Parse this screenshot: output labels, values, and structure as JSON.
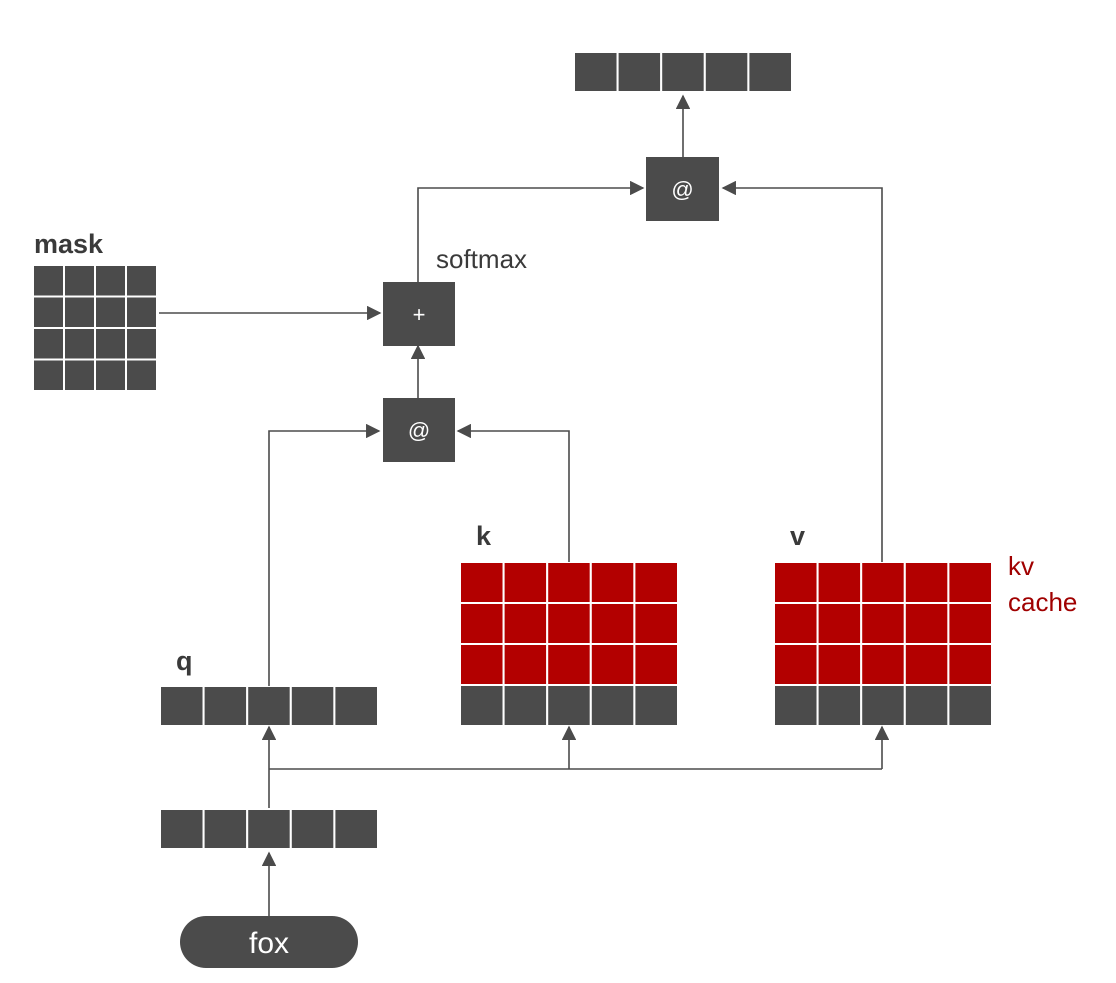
{
  "labels": {
    "mask": "mask",
    "softmax": "softmax",
    "q": "q",
    "k": "k",
    "v": "v",
    "kv_line1": "kv",
    "kv_line2": "cache"
  },
  "ops": {
    "add": "+",
    "matmul_scores": "@",
    "matmul_output": "@"
  },
  "token": "fox",
  "colors": {
    "dark_cell": "#4b4b4b",
    "cache_cell": "#b30000",
    "cache_text": "#a00000",
    "arrow": "#4b4b4b",
    "label": "#3a3a3a"
  },
  "grids": {
    "output": {
      "rows": 1,
      "cols": 5
    },
    "mask": {
      "rows": 4,
      "cols": 4
    },
    "q": {
      "rows": 1,
      "cols": 5
    },
    "k": {
      "rows": 4,
      "cols": 5,
      "cached_rows": 3
    },
    "v": {
      "rows": 4,
      "cols": 5,
      "cached_rows": 3
    },
    "embedding": {
      "rows": 1,
      "cols": 5
    }
  }
}
